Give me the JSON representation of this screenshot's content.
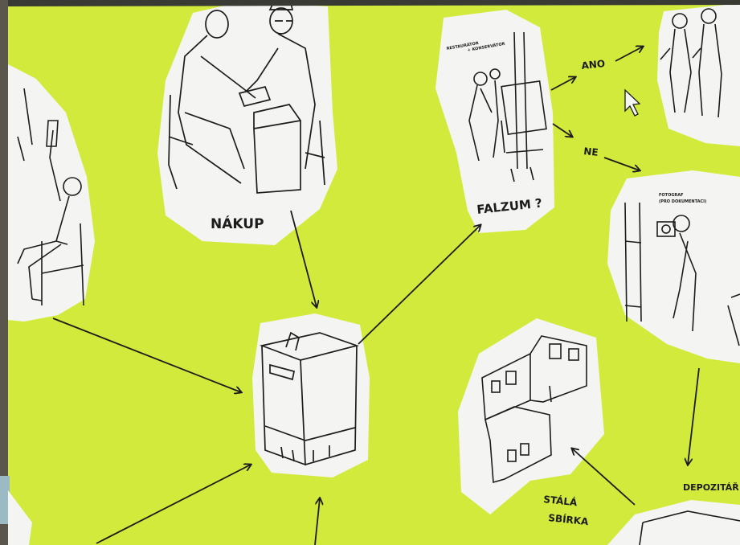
{
  "screen_color": "#d2ea3c",
  "card_color": "#f4f5f2",
  "ink_color": "#1c1c1c",
  "labels": {
    "nakup": "NÁKUP",
    "falzum": "FALZUM ?",
    "ano": "ANO",
    "ne": "NE",
    "stala_line1": "STÁLÁ",
    "stala_line2": "SBÍRKA",
    "depozitar": "DEPOZITÁŘ",
    "restaurator_line1": "RESTAURÁTOR",
    "restaurator_line2": "+ KONSERVÁTOR",
    "small_note_line1": "FOTOGRAF",
    "small_note_line2": "(PRO DOKUMENTACI)"
  },
  "icons": [
    "mouse-cursor-icon"
  ]
}
